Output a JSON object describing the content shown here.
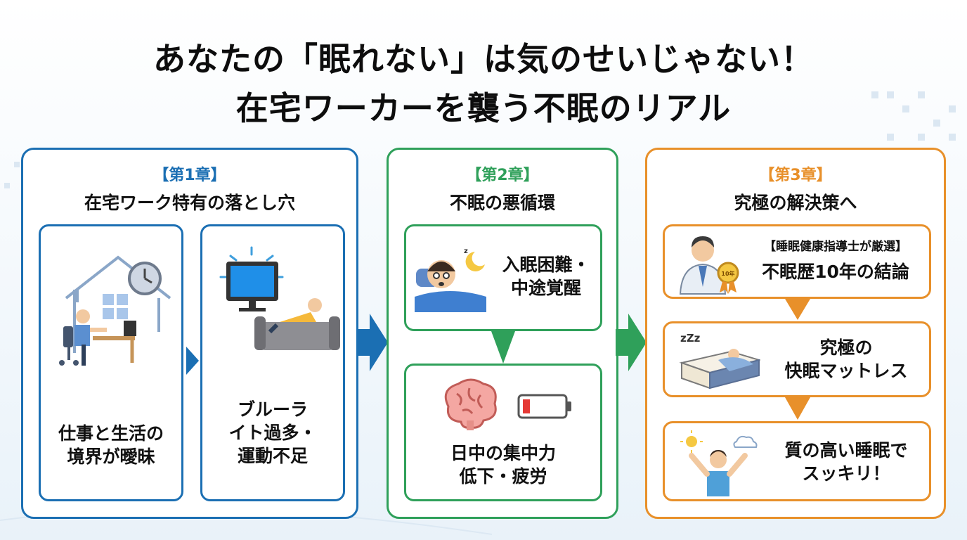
{
  "title": {
    "line1": "あなたの「眠れない」は気のせいじゃない！",
    "line2": "在宅ワーカーを襲う不眠のリアル"
  },
  "chapter1": {
    "label": "【第1章】",
    "title": "在宅ワーク特有の落とし穴",
    "card1": {
      "line1": "仕事と生活の",
      "line2": "境界が曖昧"
    },
    "card2": {
      "line1": "ブルーラ",
      "line2": "イト過多・",
      "line3": "運動不足"
    }
  },
  "chapter2": {
    "label": "【第2章】",
    "title": "不眠の悪循環",
    "card1": {
      "line1": "入眠困難・",
      "line2": "中途覚醒"
    },
    "card2": {
      "line1": "日中の集中力",
      "line2": "低下・疲労"
    }
  },
  "chapter3": {
    "label": "【第3章】",
    "title": "究極の解決策へ",
    "card1": {
      "badge": "【睡眠健康指導士が厳選】",
      "line1": "不眠歴10年の結論",
      "medal": "10年"
    },
    "card2": {
      "line1": "究極の",
      "line2": "快眠マットレス",
      "zzz": "zZz"
    },
    "card3": {
      "line1": "質の高い睡眠で",
      "line2": "スッキリ！"
    }
  },
  "colors": {
    "chapter1": "#1b6fb3",
    "chapter2": "#2fa05a",
    "chapter3": "#e8902a"
  }
}
